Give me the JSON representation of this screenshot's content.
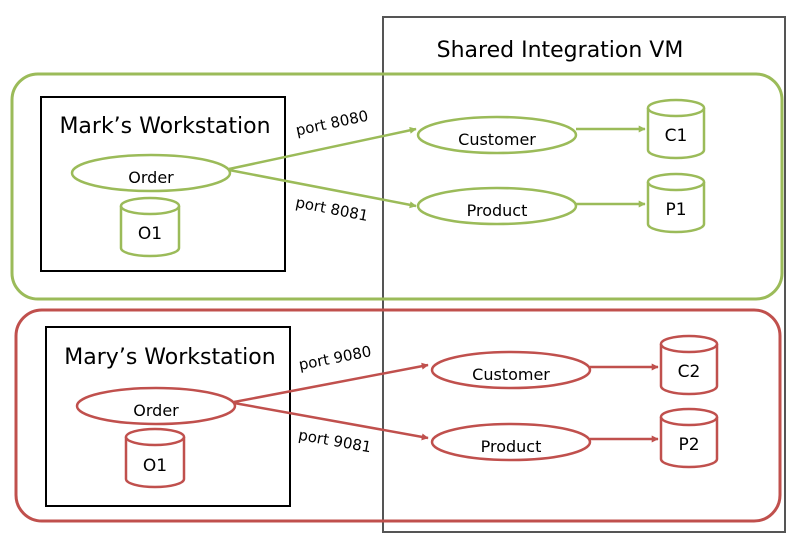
{
  "colors": {
    "green": "#9bbb59",
    "red": "#c0504d",
    "vm": "#555555",
    "box": "#000000"
  },
  "vm": {
    "title": "Shared Integration VM"
  },
  "mark": {
    "title": "Mark’s Workstation",
    "order": "Order",
    "order_db": "O1",
    "port_customer": "port 8080",
    "port_product": "port 8081",
    "customer": "Customer",
    "product": "Product",
    "customer_db": "C1",
    "product_db": "P1"
  },
  "mary": {
    "title": "Mary’s Workstation",
    "order": "Order",
    "order_db": "O1",
    "port_customer": "port 9080",
    "port_product": "port 9081",
    "customer": "Customer",
    "product": "Product",
    "customer_db": "C2",
    "product_db": "P2"
  }
}
